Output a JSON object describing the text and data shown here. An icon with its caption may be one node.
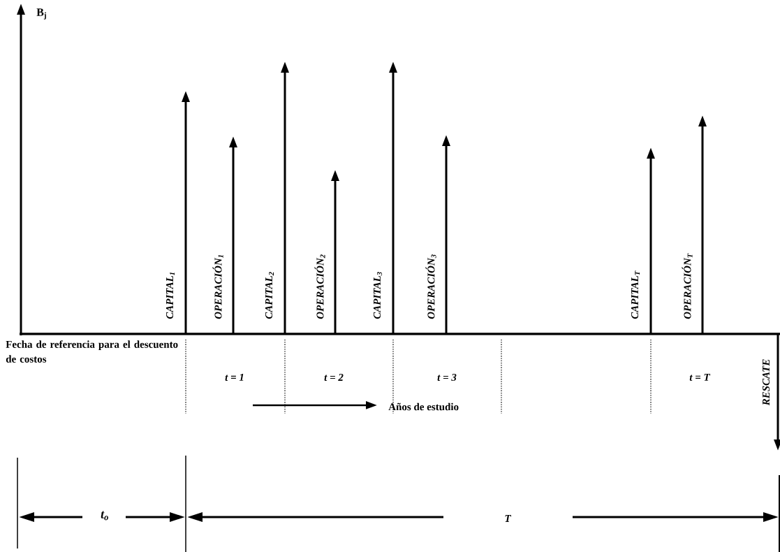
{
  "diagram": {
    "labels": [
      "B$_{j}$",
      "CAPITAL$_{1}$",
      "OPERACIÓN$_{1}$",
      "CAPITAL$_{2}$",
      "OPERACIÓN$_{2}$",
      "CAPITAL$_{3}$",
      "OPERACIÓN$_{3}$",
      "CAPITAL$_{T}$",
      "OPERACIÓN$_{T}$",
      "Fecha de referencia para el descuento de costos",
      "t = 1",
      "t = 2",
      "t = 3",
      "t = T",
      "RESCATE",
      "Años de estudio",
      "t$_{o}$",
      "T"
    ]
  }
}
